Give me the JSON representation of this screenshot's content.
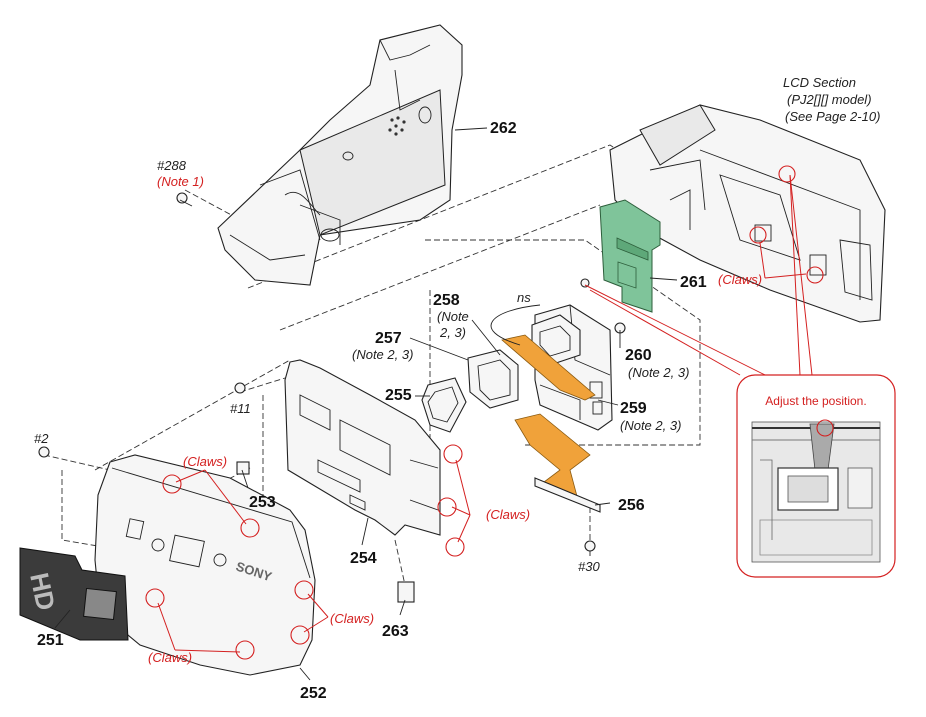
{
  "parts": {
    "p262": "262",
    "p261": "261",
    "p258": "258",
    "p257": "257",
    "p255": "255",
    "p260": "260",
    "p259": "259",
    "p256": "256",
    "p254": "254",
    "p253": "253",
    "p263": "263",
    "p251": "251",
    "p252": "252"
  },
  "screws": {
    "s288": "#288",
    "s11": "#11",
    "s2": "#2",
    "s30": "#30"
  },
  "notes": {
    "note1": "(Note 1)",
    "note23_257": "(Note 2, 3)",
    "note23_260": "(Note 2, 3)",
    "note23_259": "(Note 2, 3)",
    "note_258_line1": "(Note",
    "note_258_line2": "2, 3)",
    "ns": "ns"
  },
  "lcd": {
    "title": "LCD Section",
    "model": "(PJ2[][] model)",
    "see_page": "(See Page 2-10)"
  },
  "claws": {
    "c1": "(Claws)",
    "c2": "(Claws)",
    "c3": "(Claws)",
    "c4": "(Claws)",
    "c5": "(Claws)"
  },
  "inset": {
    "caption": "Adjust the position."
  },
  "colors": {
    "board_green": "#7fc49a",
    "flex_orange": "#f0a23a",
    "note_red": "#d42020",
    "link_blue": "#1f3fd0"
  }
}
